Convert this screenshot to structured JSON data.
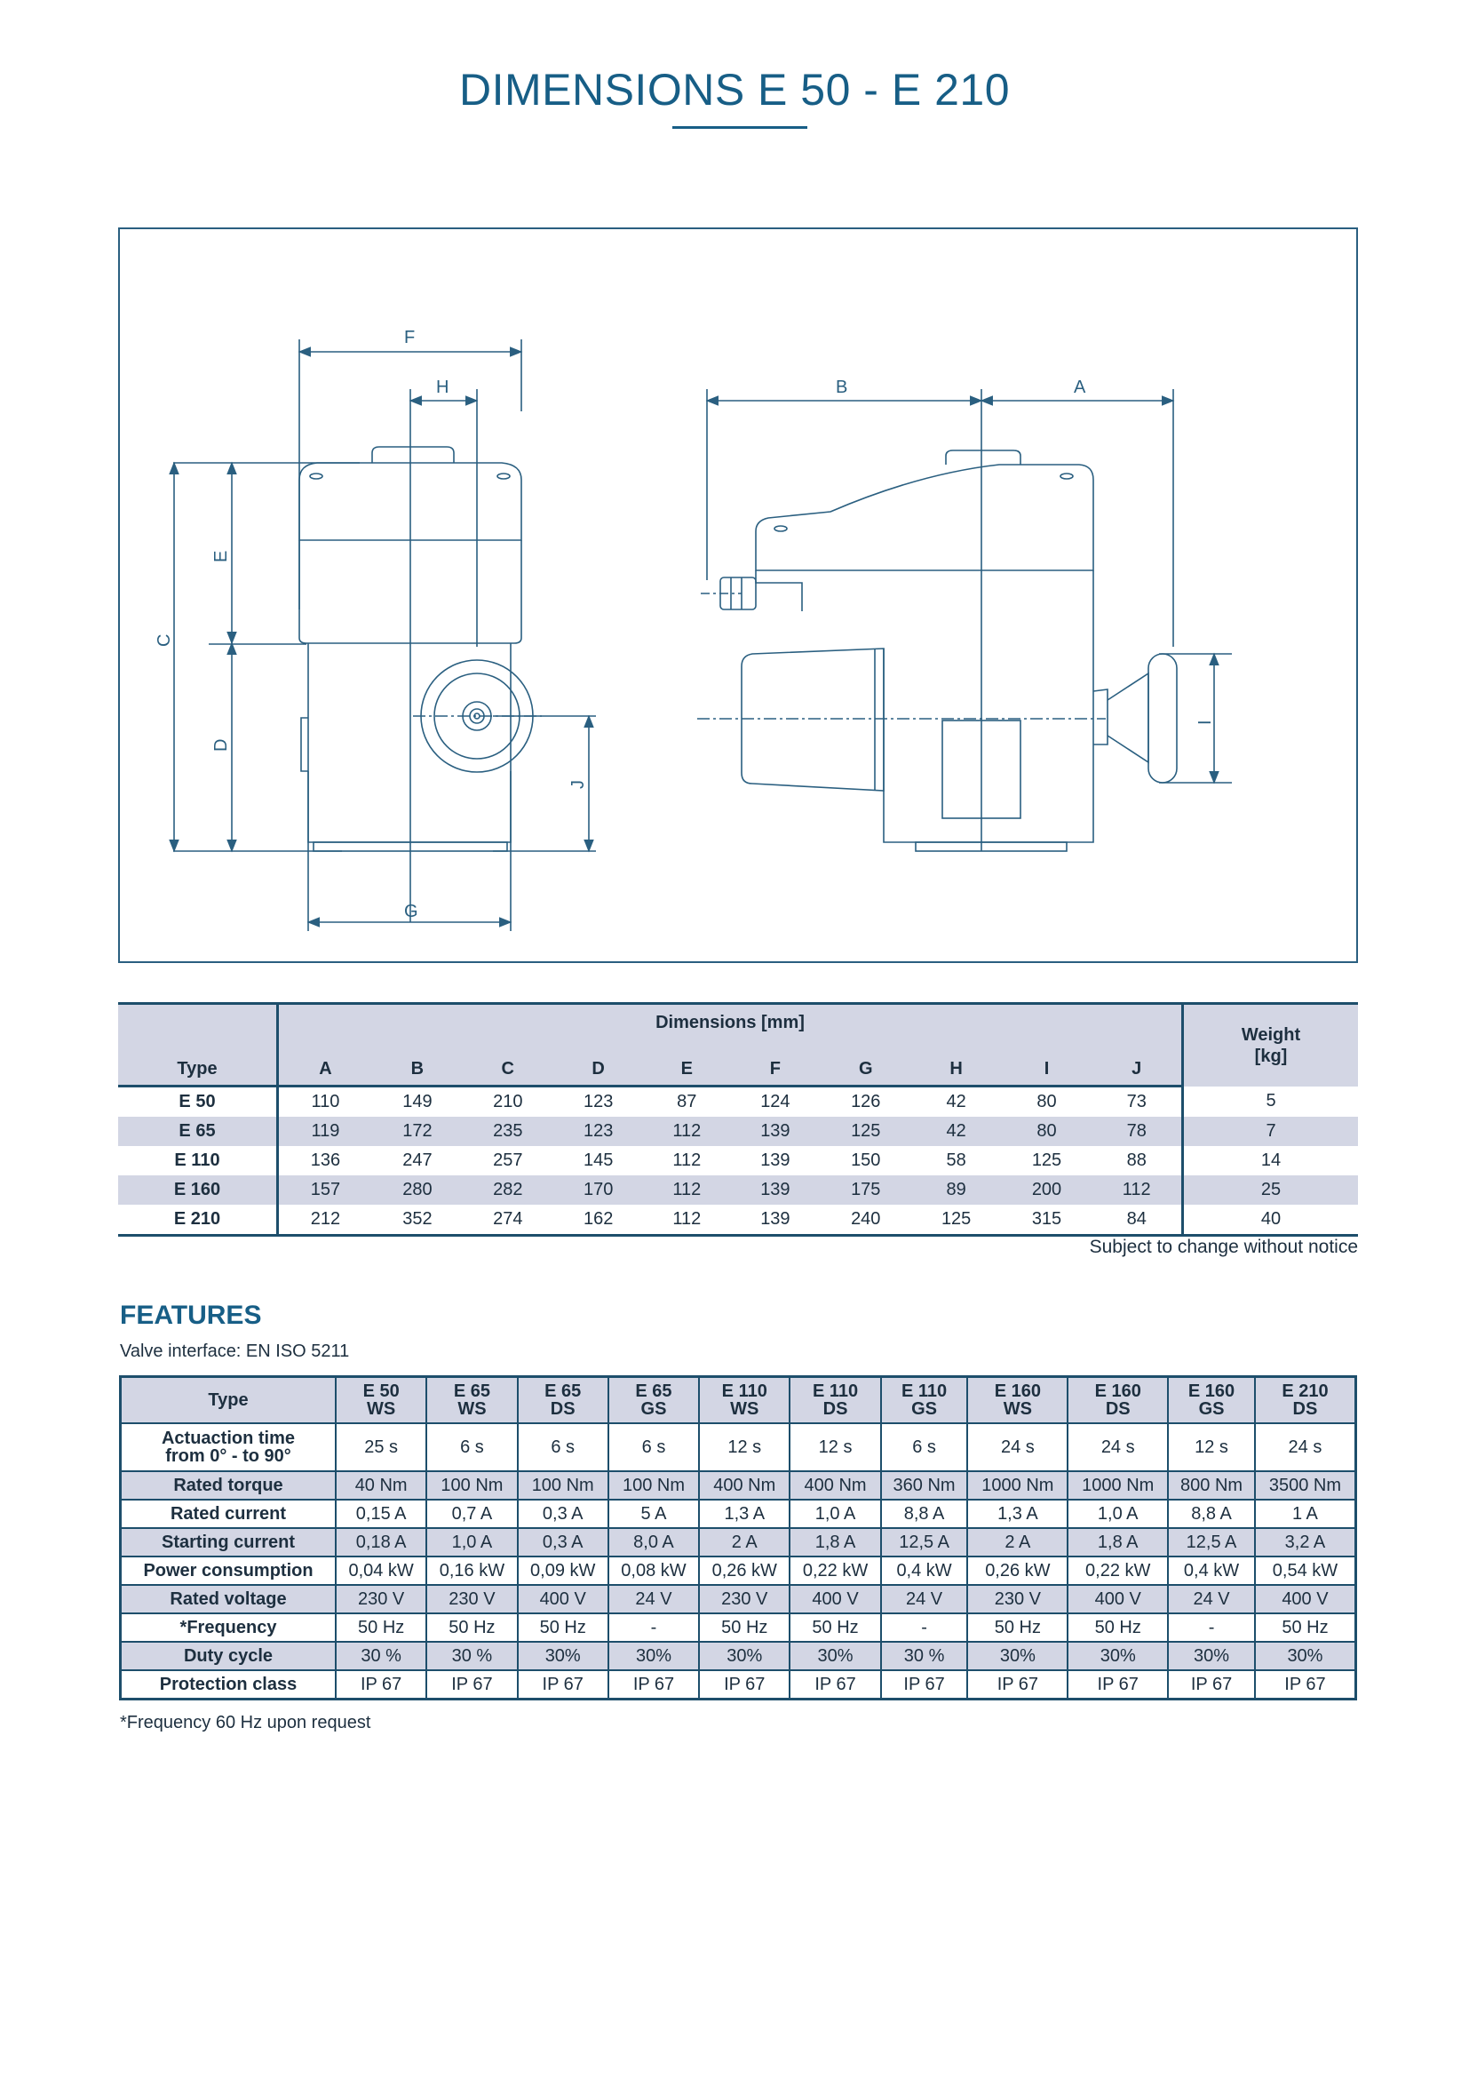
{
  "title": "DIMENSIONS E 50 - E 210",
  "drawing": {
    "labels": {
      "F": "F",
      "H": "H",
      "B": "B",
      "A": "A",
      "C": "C",
      "E": "E",
      "D": "D",
      "J": "J",
      "G": "G",
      "I": "I"
    }
  },
  "dimensions_table": {
    "group_header": "Dimensions [mm]",
    "type_header": "Type",
    "weight_header_line1": "Weight",
    "weight_header_line2": "[kg]",
    "columns": [
      "A",
      "B",
      "C",
      "D",
      "E",
      "F",
      "G",
      "H",
      "I",
      "J"
    ],
    "rows": [
      {
        "type": "E 50",
        "values": [
          "110",
          "149",
          "210",
          "123",
          "87",
          "124",
          "126",
          "42",
          "80",
          "73"
        ],
        "weight": "5"
      },
      {
        "type": "E 65",
        "values": [
          "119",
          "172",
          "235",
          "123",
          "112",
          "139",
          "125",
          "42",
          "80",
          "78"
        ],
        "weight": "7"
      },
      {
        "type": "E 110",
        "values": [
          "136",
          "247",
          "257",
          "145",
          "112",
          "139",
          "150",
          "58",
          "125",
          "88"
        ],
        "weight": "14"
      },
      {
        "type": "E 160",
        "values": [
          "157",
          "280",
          "282",
          "170",
          "112",
          "139",
          "175",
          "89",
          "200",
          "112"
        ],
        "weight": "25"
      },
      {
        "type": "E 210",
        "values": [
          "212",
          "352",
          "274",
          "162",
          "112",
          "139",
          "240",
          "125",
          "315",
          "84"
        ],
        "weight": "40"
      }
    ],
    "note": "Subject to change without notice"
  },
  "features": {
    "heading": "FEATURES",
    "subtitle": "Valve interface: EN ISO 5211",
    "type_header": "Type",
    "models": [
      [
        "E 50",
        "WS"
      ],
      [
        "E 65",
        "WS"
      ],
      [
        "E 65",
        "DS"
      ],
      [
        "E 65",
        "GS"
      ],
      [
        "E 110",
        "WS"
      ],
      [
        "E 110",
        "DS"
      ],
      [
        "E 110",
        "GS"
      ],
      [
        "E 160",
        "WS"
      ],
      [
        "E 160",
        "DS"
      ],
      [
        "E 160",
        "GS"
      ],
      [
        "E 210",
        "DS"
      ]
    ],
    "actuation_label_line1": "Actuaction time",
    "actuation_label_line2": "from 0° - to 90°",
    "actuation": [
      "25 s",
      "6 s",
      "6 s",
      "6 s",
      "12 s",
      "12 s",
      "6 s",
      "24 s",
      "24 s",
      "12 s",
      "24 s"
    ],
    "rows": [
      {
        "label": "Rated torque",
        "values": [
          "40 Nm",
          "100 Nm",
          "100 Nm",
          "100 Nm",
          "400 Nm",
          "400 Nm",
          "360 Nm",
          "1000 Nm",
          "1000 Nm",
          "800 Nm",
          "3500 Nm"
        ]
      },
      {
        "label": "Rated current",
        "values": [
          "0,15 A",
          "0,7 A",
          "0,3 A",
          "5 A",
          "1,3 A",
          "1,0 A",
          "8,8 A",
          "1,3 A",
          "1,0  A",
          "8,8  A",
          "1 A"
        ]
      },
      {
        "label": "Starting current",
        "values": [
          "0,18 A",
          "1,0 A",
          "0,3 A",
          "8,0 A",
          "2 A",
          "1,8 A",
          "12,5 A",
          "2  A",
          "1,8 A",
          "12,5 A",
          "3,2 A"
        ]
      },
      {
        "label": "Power consumption",
        "values": [
          "0,04 kW",
          "0,16 kW",
          "0,09 kW",
          "0,08 kW",
          "0,26 kW",
          "0,22 kW",
          "0,4 kW",
          "0,26 kW",
          "0,22 kW",
          "0,4 kW",
          "0,54 kW"
        ]
      },
      {
        "label": "Rated voltage",
        "values": [
          "230 V",
          "230 V",
          "400 V",
          "24 V",
          "230 V",
          "400 V",
          "24 V",
          "230 V",
          "400 V",
          "24 V",
          "400 V"
        ]
      },
      {
        "label": "*Frequency",
        "values": [
          "50 Hz",
          "50 Hz",
          "50 Hz",
          "-",
          "50 Hz",
          "50 Hz",
          "-",
          "50 Hz",
          "50 Hz",
          "-",
          "50 Hz"
        ]
      },
      {
        "label": "Duty cycle",
        "values": [
          "30 %",
          "30 %",
          "30%",
          "30%",
          "30%",
          "30%",
          "30 %",
          "30%",
          "30%",
          "30%",
          "30%"
        ]
      },
      {
        "label": "Protection class",
        "values": [
          "IP 67",
          "IP 67",
          "IP 67",
          "IP 67",
          "IP 67",
          "IP 67",
          "IP 67",
          "IP 67",
          "IP 67",
          "IP 67",
          "IP 67"
        ]
      }
    ],
    "footnote": "*Frequency 60 Hz upon request"
  }
}
